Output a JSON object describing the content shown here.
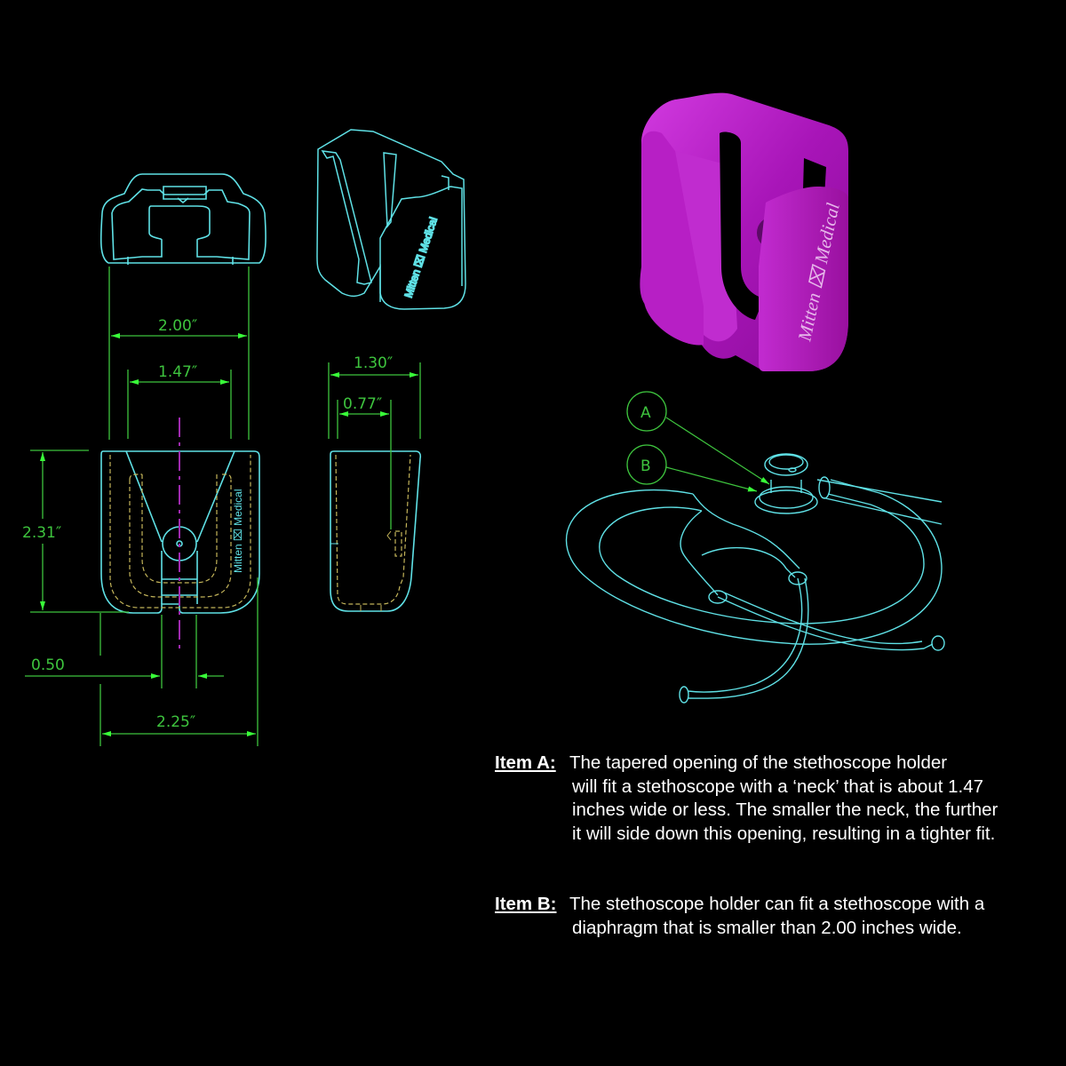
{
  "colors": {
    "background": "#000000",
    "outline": "#5fe1e6",
    "dimension": "#3ec43e",
    "dimension_arrow": "#39ff39",
    "hidden_line": "#c4b55a",
    "center_line": "#a02ab0",
    "product_render": "#b21fc2",
    "note_text": "#ffffff"
  },
  "dimensions": {
    "top_view_width": "2.00″",
    "opening_width": "1.47″",
    "front_height": "2.31″",
    "slot_width": "0.50",
    "overall_width": "2.25″",
    "side_depth": "1.30″",
    "side_offset": "0.77″"
  },
  "branding": {
    "logo_text": "Mitten ⌧ Medical",
    "render_logo_text": "Mitten ⌧ Medical"
  },
  "callouts": {
    "a": "A",
    "b": "B"
  },
  "notes": {
    "item_a": {
      "label": "Item A:",
      "lines": [
        "The tapered opening of the stethoscope holder",
        "will fit a stethoscope with a ‘neck’ that is about 1.47",
        "inches wide or less. The smaller the neck, the further",
        "it will side down this opening, resulting in a tighter fit."
      ]
    },
    "item_b": {
      "label": "Item B:",
      "lines": [
        "The stethoscope holder can fit a stethoscope with a",
        "diaphragm that is smaller than 2.00 inches wide."
      ]
    }
  }
}
